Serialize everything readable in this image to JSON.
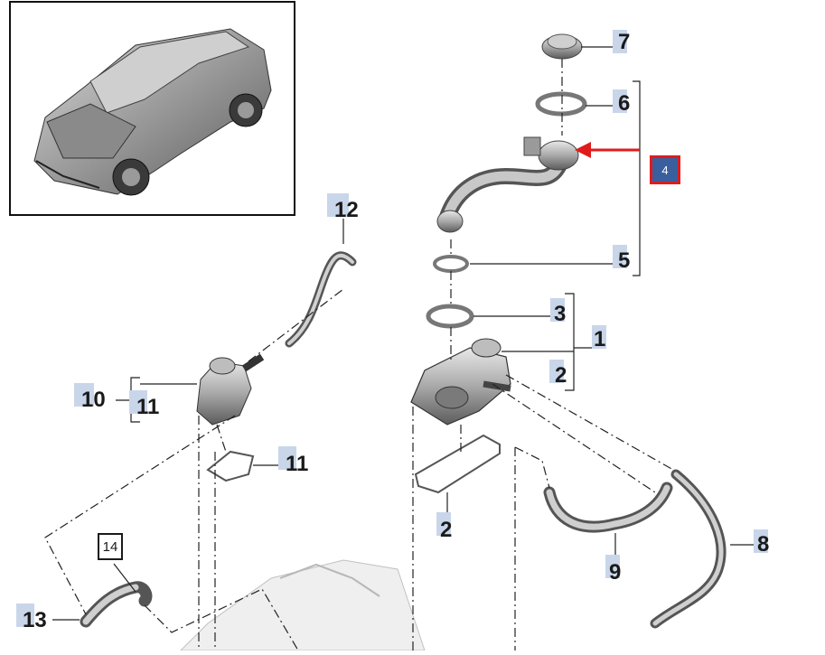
{
  "diagram": {
    "callouts": {
      "c1": "1",
      "c2_top": "2",
      "c2_bottom": "2",
      "c3": "3",
      "c4": "4",
      "c5": "5",
      "c6": "6",
      "c7": "7",
      "c8": "8",
      "c9": "9",
      "c10": "10",
      "c11_bracket": "11",
      "c11_gasket": "11",
      "c12": "12",
      "c13": "13",
      "c14": "14"
    },
    "colors": {
      "highlight_border": "#e01b1b",
      "highlight_fill": "#3a5f9e",
      "callout_chip": "#c9d6ea",
      "arrow": "#e01b1b"
    }
  }
}
